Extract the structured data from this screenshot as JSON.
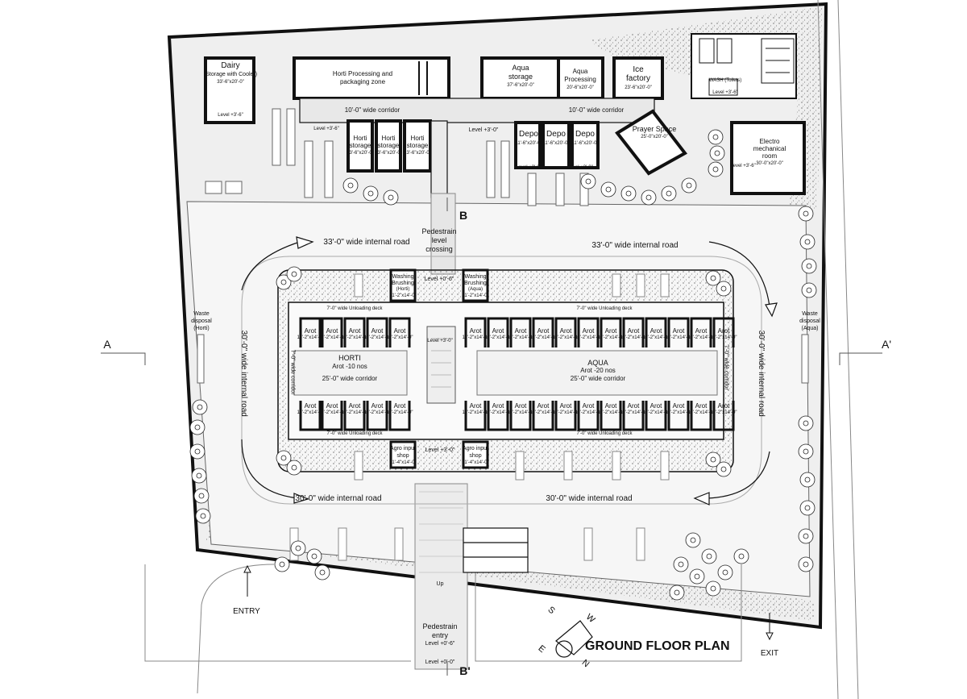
{
  "plan_title": "GROUND FLOOR PLAN",
  "dairy": {
    "name": "Dairy",
    "sub": "(Storage with Cooler)",
    "dim": "33'-6\"x20'-0\"",
    "level": "Level +3'-6\""
  },
  "horti_processing": {
    "line1": "Horti Processing and",
    "line2": "packaging zone"
  },
  "aqua_storage": {
    "line1": "Aqua",
    "line2": "storage",
    "dim": "37'-6\"x20'-0\""
  },
  "aqua_processing": {
    "line1": "Aqua",
    "line2": "Processing",
    "dim": "20'-6\"x20'-0\""
  },
  "ice_factory": {
    "line1": "Ice",
    "line2": "factory",
    "dim": "23'-6\"x20'-0\""
  },
  "wash": {
    "label": "WASH (Toilets)",
    "level": "Level +3'-6\""
  },
  "corridor_left": "10'-0\" wide corridor",
  "corridor_right": "10'-0\" wide corridor",
  "corridor_level": "Level +3'-0\"",
  "level_small": "Level +3'-6\"",
  "horti_storage": {
    "line1": "Horti",
    "line2": "storage",
    "dim": "13'-6\"x20'-0\""
  },
  "depo": {
    "name": "Depo",
    "dim": "11'-6\"x20'-0\"",
    "level": "Level +3'-0\""
  },
  "prayer": {
    "name": "Prayer Space",
    "dim": "25'-0\"x20'-0\""
  },
  "electro": {
    "line1": "Electro",
    "line2": "mechanical",
    "line3": "room",
    "dim": "30'-0\"x20'-0\"",
    "level": "Level +3'-6\""
  },
  "section_b_top": "B",
  "section_b_bottom": "B'",
  "section_a_left": "A",
  "section_a_right": "A'",
  "pedestrian_crossing": {
    "line1": "Pedestrain",
    "line2": "level",
    "line3": "crossing"
  },
  "road_33_left": "33'-0\" wide internal road",
  "road_33_right": "33'-0\" wide internal road",
  "road_30_left_bottom": "30'-0\" wide internal road",
  "road_30_right_bottom": "30'-0\" wide internal road",
  "road_30_left_vertical": "30'-0\" wide internal road",
  "road_30_right_vertical": "30'-0\" wide internal road",
  "waste_horti": {
    "line1": "Waste",
    "line2": "disposal",
    "line3": "(Horti)"
  },
  "waste_aqua": {
    "line1": "Waste",
    "line2": "disposal",
    "line3": "(Aqua)"
  },
  "washing_horti": {
    "line1": "Washing",
    "line2": "Brushing",
    "line3": "(Horti)",
    "dim": "11'-2\"x14'-0\""
  },
  "washing_aqua": {
    "line1": "Washing",
    "line2": "Brushing",
    "line3": "(Aqua)",
    "dim": "11'-2\"x14'-0\""
  },
  "level_top_center": "Level +0'-6\"",
  "unloading_deck": "7'-0\" wide Unloading deck",
  "arot": "Arot",
  "arot_dim": "11'-2\"x14'-0\"",
  "horti_market": {
    "name": "HORTI",
    "count": "Arot -10 nos",
    "corridor": "25'-0\" wide corridor"
  },
  "aqua_market": {
    "name": "AQUA",
    "count": "Arot -20 nos",
    "corridor": "25'-0\" wide corridor"
  },
  "side_corridor": "7'-0\" wide corridor",
  "stair_level": "Level +3'-0\"",
  "agro_input": {
    "line1": "Agro input",
    "line2": "shop",
    "dim": "11'-4\"x14'-0\""
  },
  "level_bottom_center": "Level +3'-0\"",
  "up": "Up",
  "pedestrian_entry": {
    "line1": "Pedestrain",
    "line2": "entry",
    "level": "Level +0'-6\""
  },
  "level_zero": "Level +0'-0\"",
  "entry": "ENTRY",
  "exit": "EXIT",
  "compass": {
    "s": "S",
    "w": "W",
    "e": "E",
    "n": "N"
  },
  "colors": {
    "line": "#111111",
    "site_fill": "#eeeeee",
    "wall": "#1a1a1a",
    "tree": "#222222"
  }
}
